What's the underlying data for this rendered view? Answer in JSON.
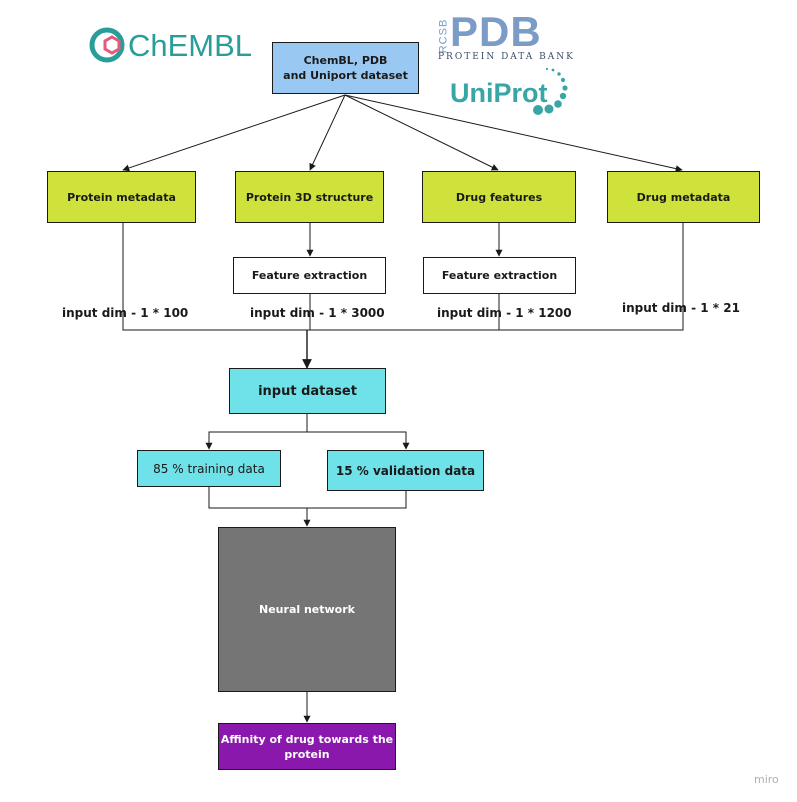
{
  "colors": {
    "source": "#99c9f2",
    "feature": "#cee23b",
    "input": "#6fe1e8",
    "training": "#6fe1e8",
    "validation": "#6fe1e8",
    "network": "#757575",
    "output": "#8a18ac",
    "chembl": "#2a9d9a",
    "pdb": "#7a9cc6",
    "uniprot_blue": "#1c6da6",
    "uniprot_teal": "#39a6a6"
  },
  "logos": {
    "chembl": "ChEMBL",
    "pdb": "PDB",
    "pdb_prefix": "RCSB",
    "pdb_subtitle": "PROTEIN DATA BANK",
    "uniprot": "UniProt",
    "chembl_icon": "hexagon-molecule-icon",
    "uniprot_icon": "dotted-swirl-icon"
  },
  "nodes": {
    "source": "ChemBL, PDB\nand Uniport dataset",
    "protein_metadata": "Protein metadata",
    "protein_3d": "Protein 3D structure",
    "drug_features": "Drug features",
    "drug_metadata": "Drug metadata",
    "feature_extraction_1": "Feature extraction",
    "feature_extraction_2": "Feature extraction",
    "input_dataset": "input dataset",
    "training": "85 % training data",
    "validation": "15 % validation data",
    "neural_network": "Neural network",
    "output": "Affinity of drug towards the\nprotein"
  },
  "labels": {
    "dim_protein_metadata": "input dim - 1 * 100",
    "dim_protein_3d": "input dim - 1 * 3000",
    "dim_drug_features": "input dim - 1 * 1200",
    "dim_drug_metadata": "input dim - 1 * 21"
  },
  "watermark": "miro"
}
